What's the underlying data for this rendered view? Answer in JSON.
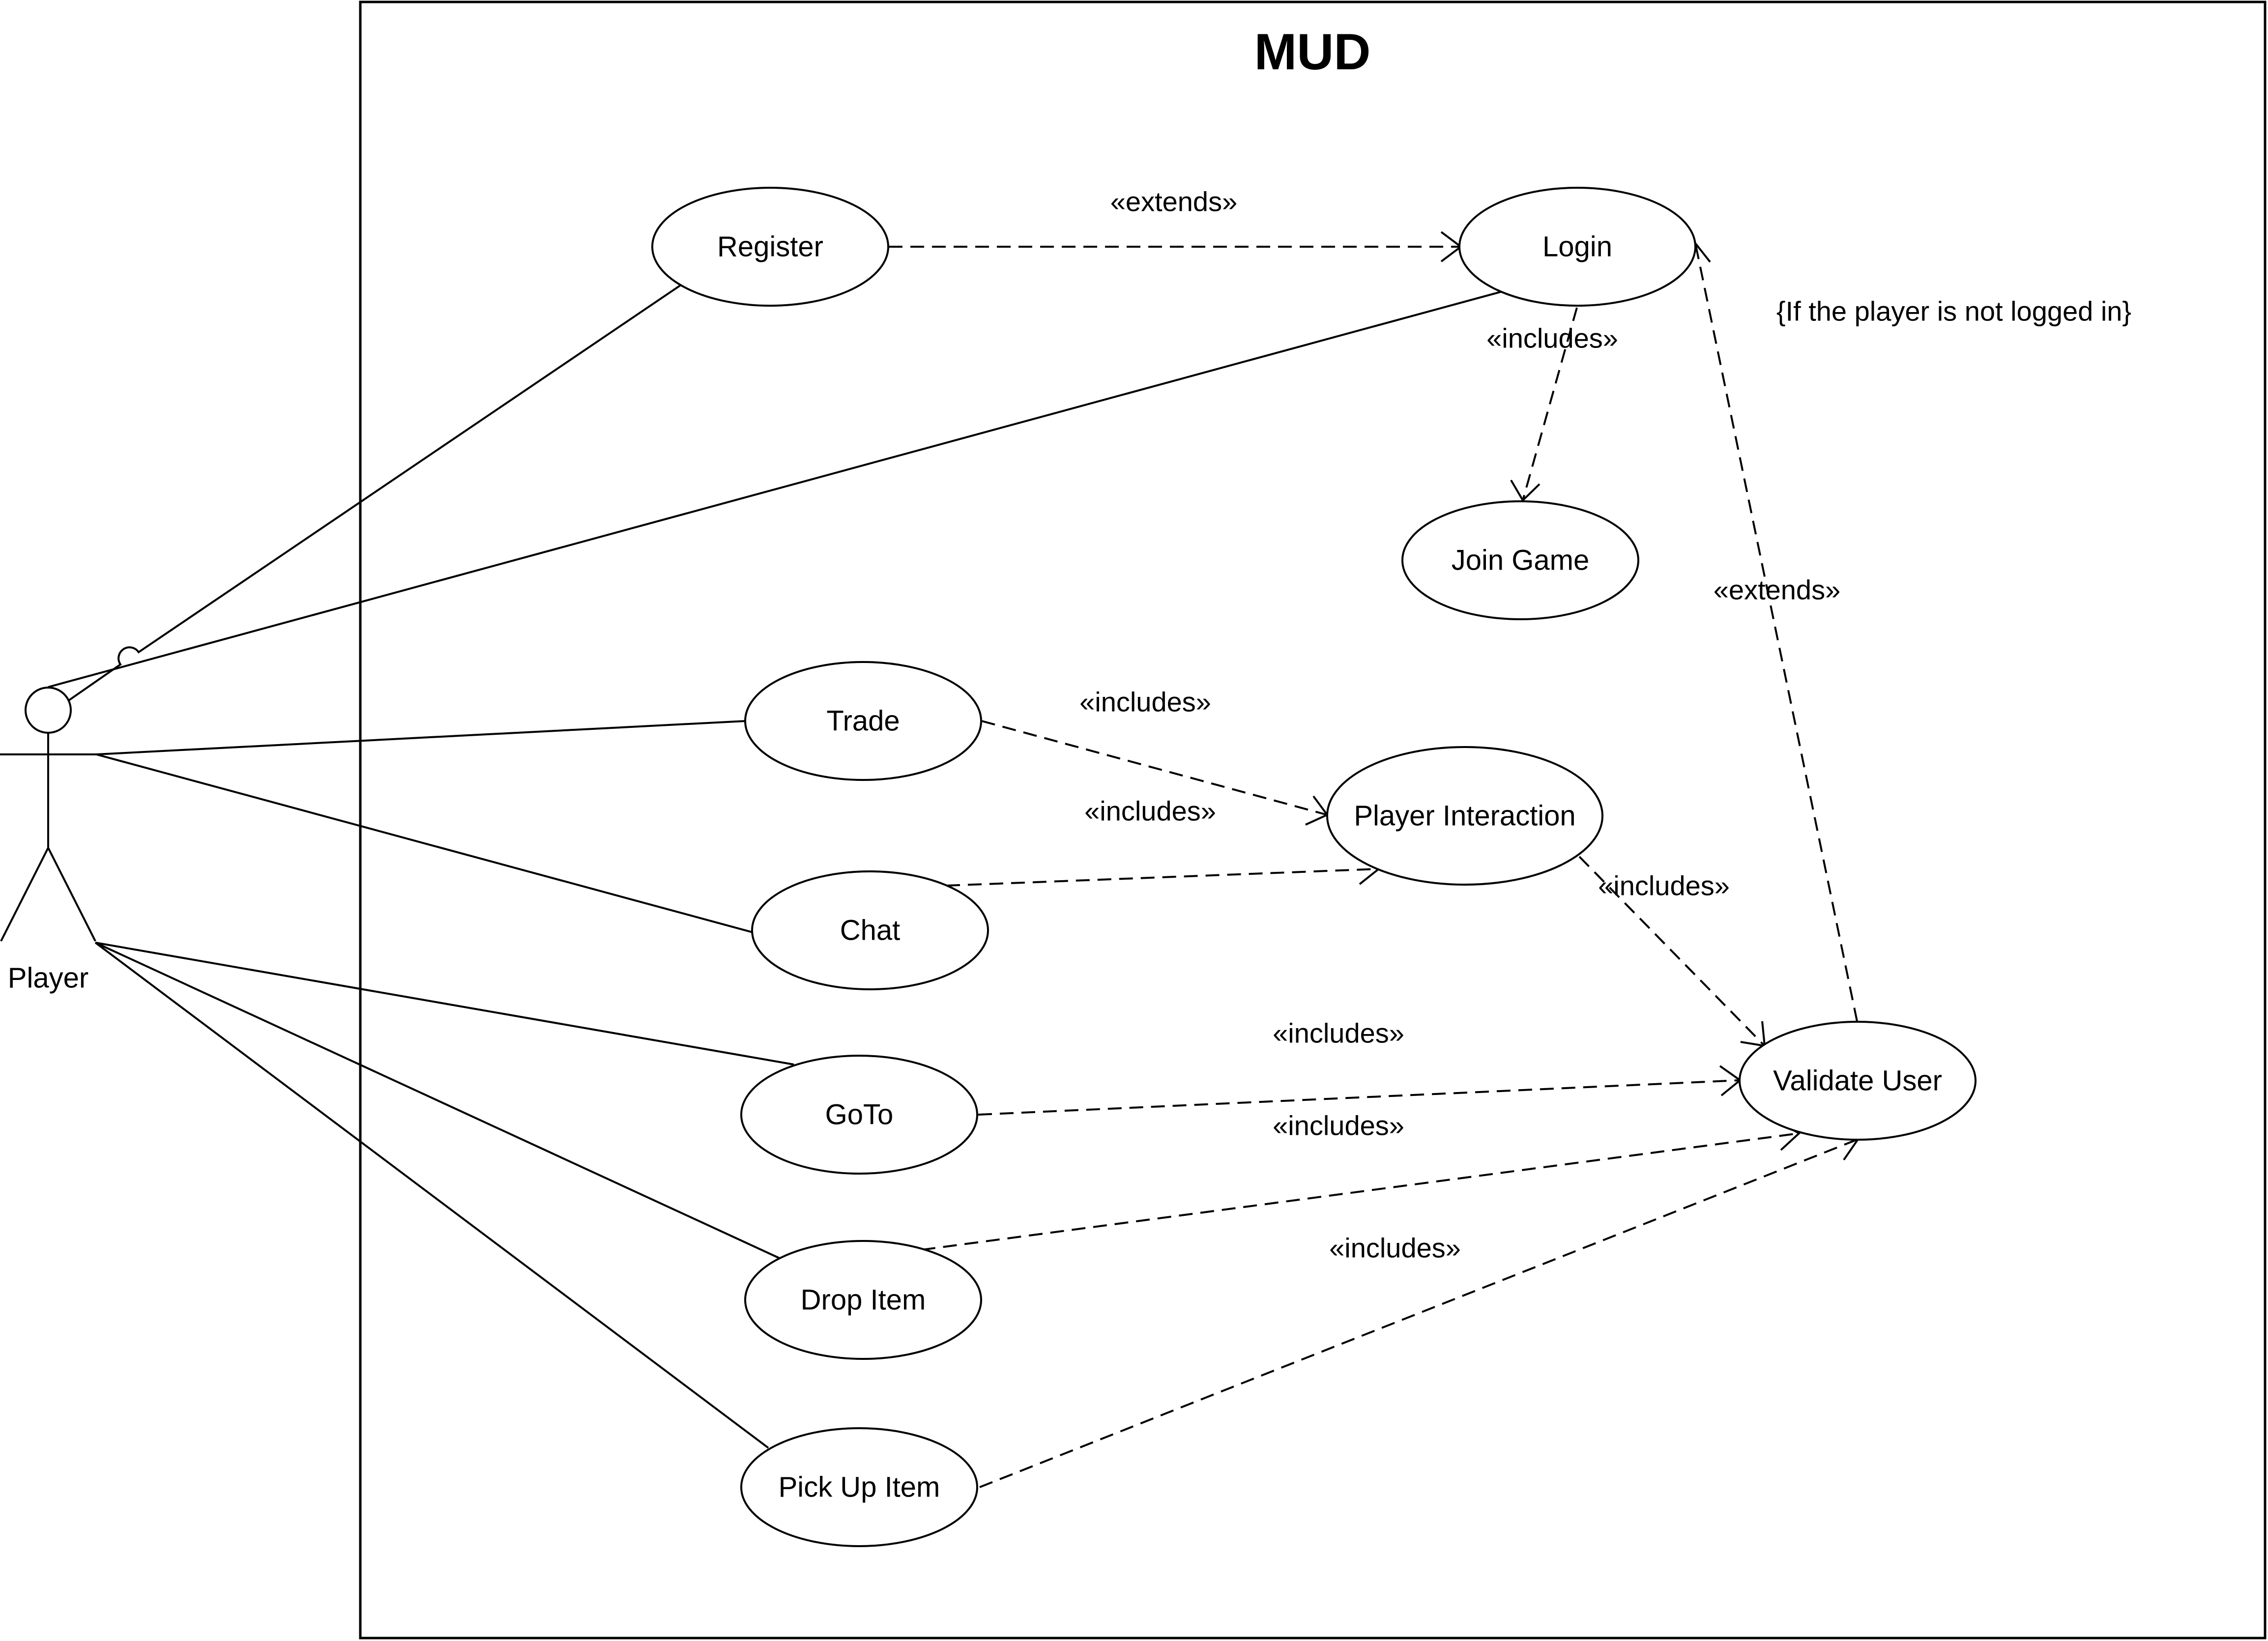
{
  "system": {
    "title": "MUD"
  },
  "actor": {
    "name": "Player"
  },
  "use_cases": {
    "register": "Register",
    "login": "Login",
    "join_game": "Join Game",
    "trade": "Trade",
    "player_interaction": "Player Interaction",
    "chat": "Chat",
    "goto": "GoTo",
    "validate_user": "Validate User",
    "drop_item": "Drop Item",
    "pick_up_item": "Pick Up Item"
  },
  "relationships": {
    "register_login": "«extends»",
    "login_join_game": "«includes»",
    "validate_login": "«extends»",
    "trade_interaction": "«includes»",
    "chat_interaction": "«includes»",
    "interaction_validate": "«includes»",
    "goto_validate": "«includes»",
    "drop_validate": "«includes»",
    "pick_validate": "«includes»"
  },
  "notes": {
    "login_condition": "{If the player is not logged in}"
  }
}
